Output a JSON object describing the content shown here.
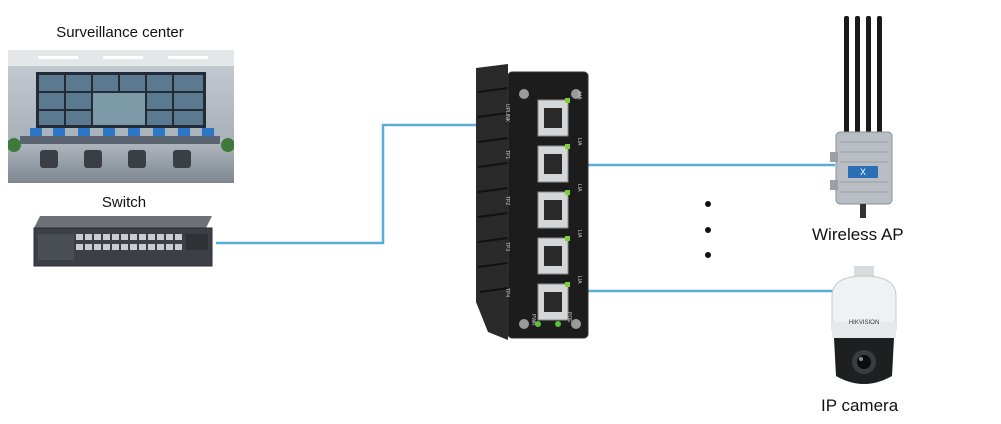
{
  "labels": {
    "surveillance_center": "Surveillance center",
    "switch": "Switch",
    "wireless_ap": "Wireless AP",
    "ip_camera": "IP camera"
  },
  "device_ports": [
    {
      "left": "UPLINK",
      "right": "LIA"
    },
    {
      "left": "TP1",
      "right": "LIA"
    },
    {
      "left": "TP2",
      "right": "LIA"
    },
    {
      "left": "TP3",
      "right": "LIA"
    },
    {
      "left": "TP4",
      "right": "LIA"
    }
  ],
  "device_bottom": {
    "left": "PWR",
    "right": "POE"
  },
  "camera_brand": "HIKVISION",
  "ap_badge": "X",
  "colors": {
    "link": "#5aaed6",
    "device": "#1a1a1a",
    "accent_led": "#7bd13a"
  }
}
